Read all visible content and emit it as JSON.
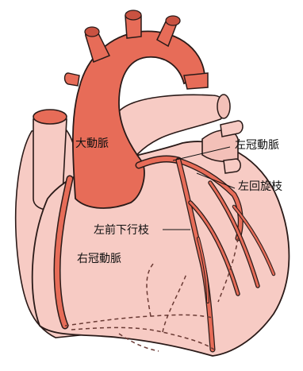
{
  "labels": {
    "aorta": "大動脈",
    "left_coronary_artery": "左冠動脈",
    "left_circumflex_branch": "左回旋枝",
    "left_anterior_descending_branch": "左前下行枝",
    "right_coronary_artery": "右冠動脈"
  },
  "colors": {
    "background": "#ffffff",
    "heart_fill": "#f7cbc4",
    "heart_shade": "#efb7ae",
    "vessel_fill": "#e76c58",
    "vessel_dark": "#c95241",
    "outline": "#2a1a18",
    "dashed_vessel": "#6a3a34"
  }
}
